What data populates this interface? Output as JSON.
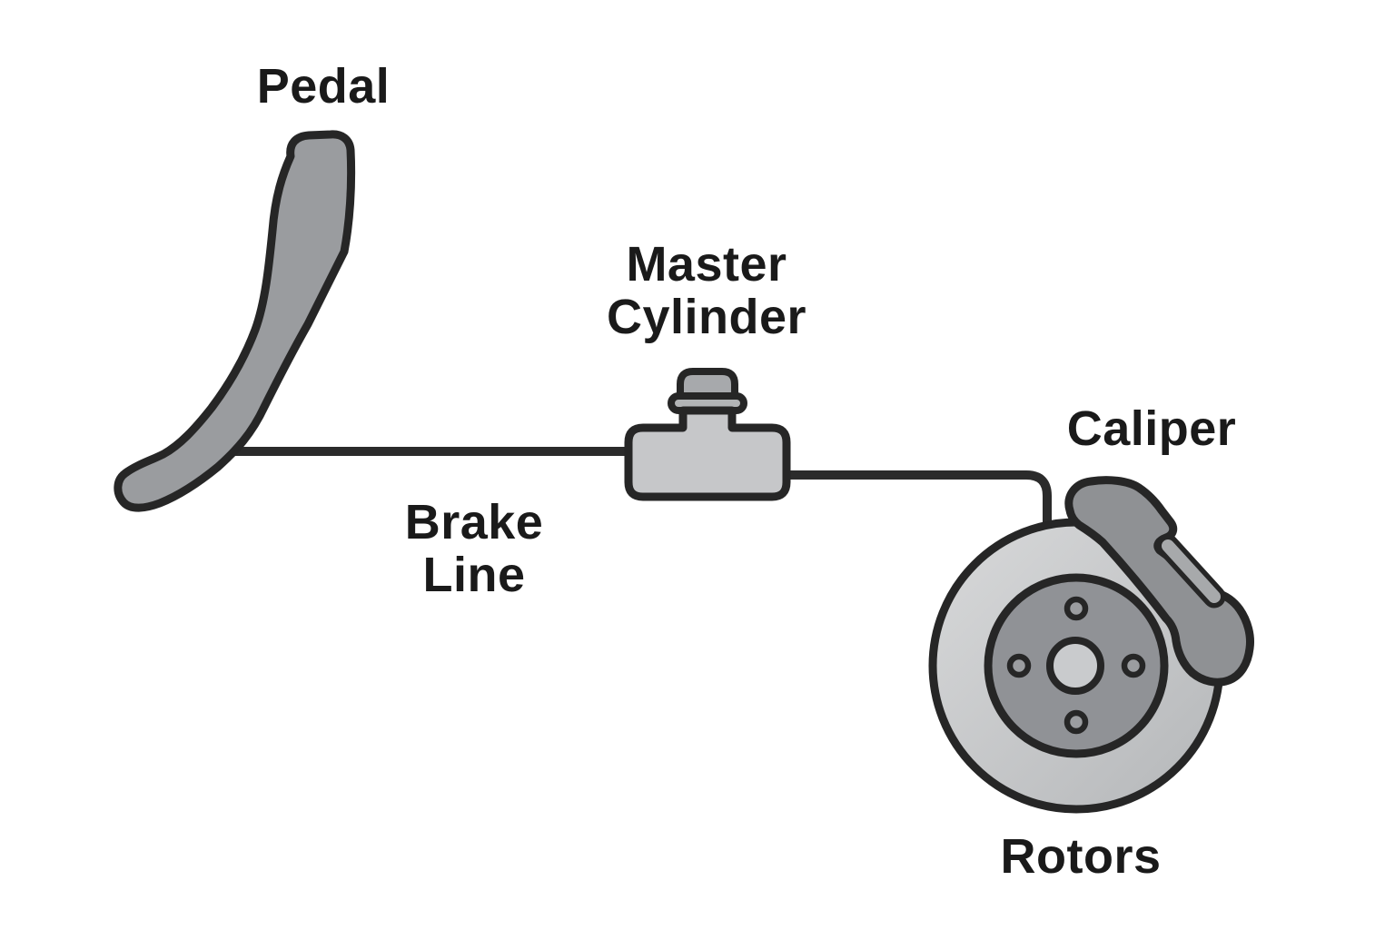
{
  "diagram": {
    "type": "brake-system-diagram",
    "labels": {
      "pedal": "Pedal",
      "master_cylinder_line1": "Master",
      "master_cylinder_line2": "Cylinder",
      "brake_line_line1": "Brake",
      "brake_line_line2": "Line",
      "caliper": "Caliper",
      "rotors": "Rotors"
    },
    "palette": {
      "background": "#ffffff",
      "outline": "#262626",
      "text": "#1a1a1a",
      "line_color": "#2b2b2b",
      "pedal_fill": "#9a9c9f",
      "mc_body_fill": "#c6c7c9",
      "mc_cap_fill": "#a7a9ac",
      "mc_flange_fill": "#b2b4b6",
      "rotor_outer_light": "#d8d9da",
      "rotor_outer_dark": "#babcbe",
      "hub_fill": "#909296",
      "bolt_fill": "#9b9da0",
      "center_fill": "#c9cbcd",
      "caliper_fill": "#8f9194",
      "caliper_stripe": "#a7a9ab"
    }
  }
}
